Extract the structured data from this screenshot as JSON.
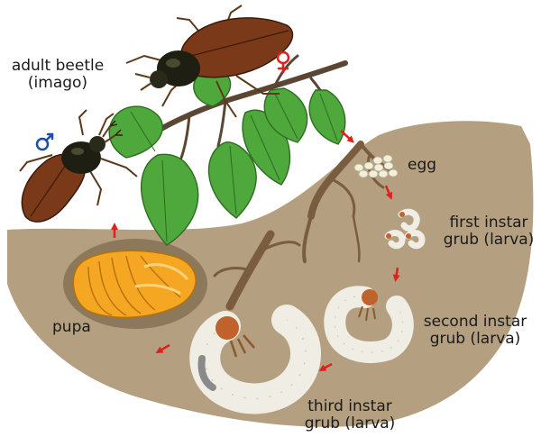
{
  "labels": {
    "adult_line1": "adult beetle",
    "adult_line2": "(imago)",
    "egg": "egg",
    "first_line1": "first instar",
    "first_line2": "grub (larva)",
    "second_line1": "second instar",
    "second_line2": "grub (larva)",
    "third_line1": "third instar",
    "third_line2": "grub (larva)",
    "pupa": "pupa",
    "female_symbol": "♀",
    "male_symbol": "♂"
  },
  "colors": {
    "soil": "#b4a080",
    "pupa_cell": "#8c785a",
    "pupa_body": "#f5a623",
    "leaf": "#4fa83c",
    "leaf_vein": "#2e6b22",
    "branch": "#5a4632",
    "root": "#7a5c3f",
    "beetle_elytra": "#7a3a1a",
    "beetle_thorax": "#1e1e12",
    "grub_body": "#f0eee4",
    "grub_head": "#c0622b",
    "arrow": "#e0201c",
    "female_symbol": "#e0201c",
    "male_symbol": "#1e4ea8"
  }
}
